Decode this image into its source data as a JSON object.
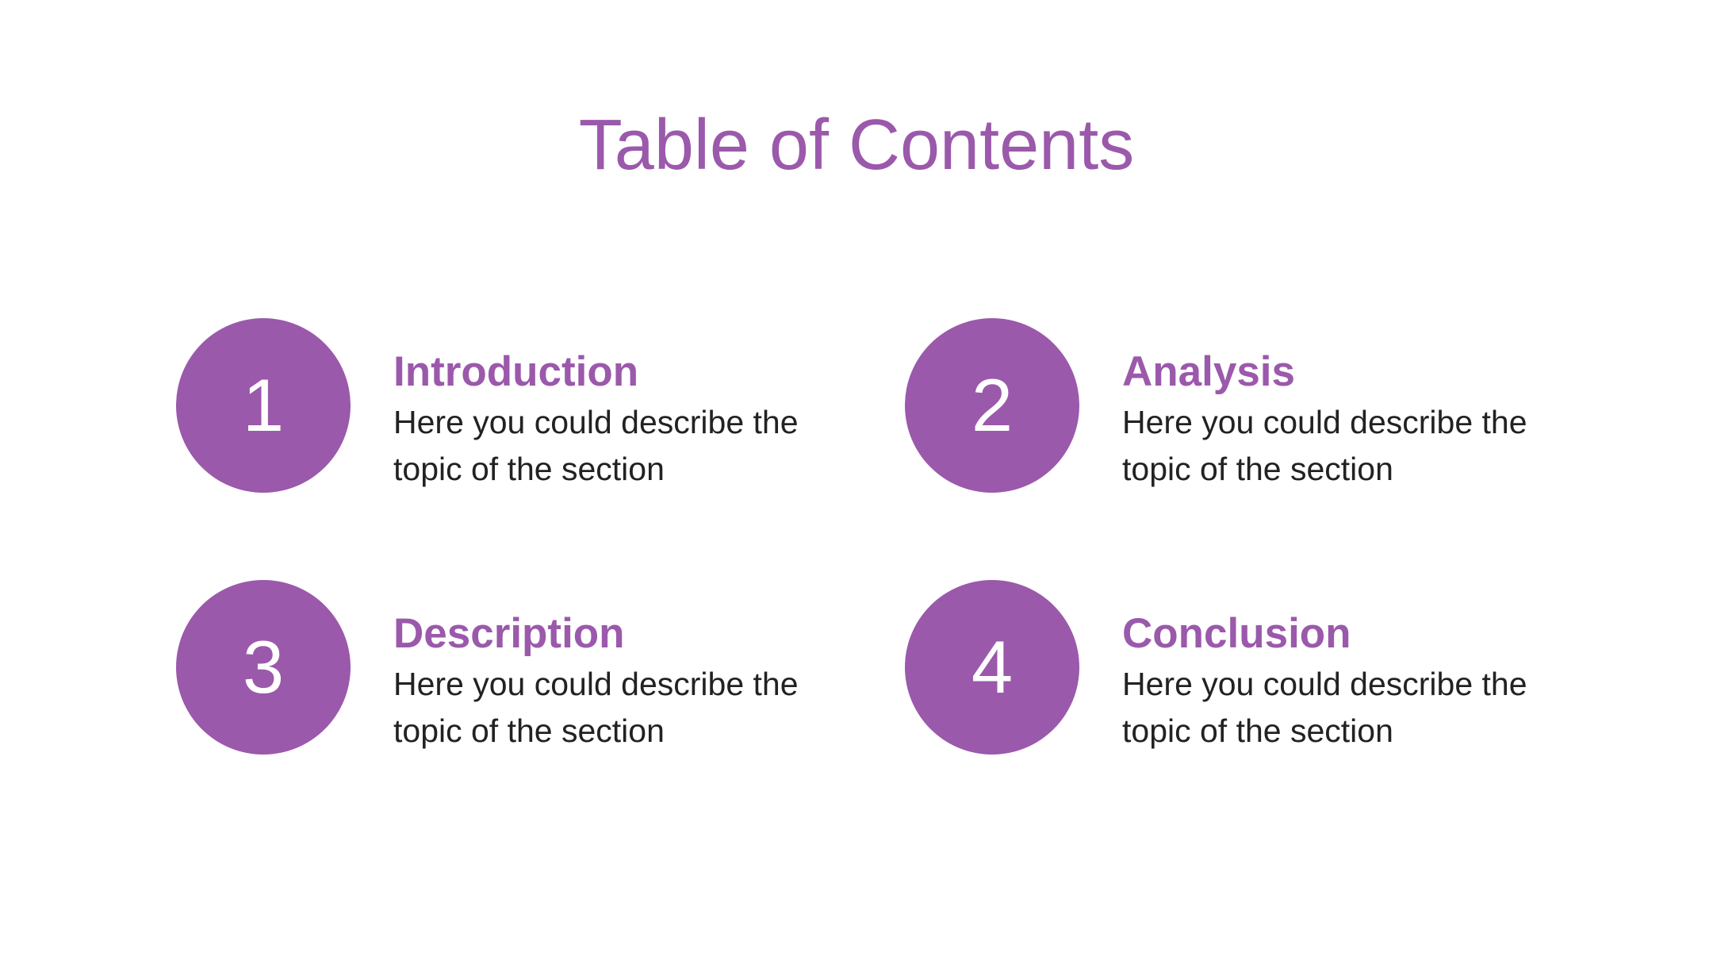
{
  "slide": {
    "title": "Table of Contents",
    "accent_color": "#9b59ab",
    "items": [
      {
        "number": "1",
        "heading": "Introduction",
        "description": "Here you could describe the topic of the section"
      },
      {
        "number": "2",
        "heading": "Analysis",
        "description": "Here you could describe the topic of the section"
      },
      {
        "number": "3",
        "heading": "Description",
        "description": "Here you could describe the topic of the section"
      },
      {
        "number": "4",
        "heading": "Conclusion",
        "description": "Here you could describe the topic of the section"
      }
    ]
  }
}
